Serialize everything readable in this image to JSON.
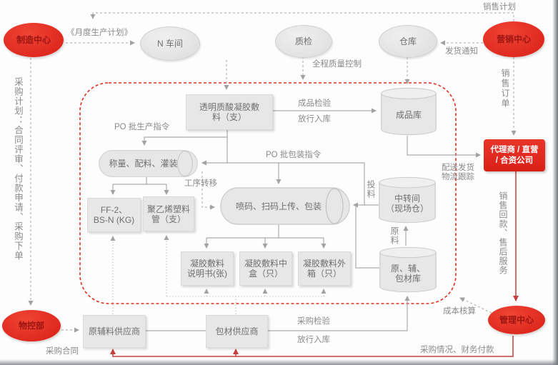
{
  "nodes": {
    "manufacturing_center": "制造中心",
    "workshop_n": "N 车间",
    "quality_inspection": "质检",
    "warehouse": "仓库",
    "marketing_center": "营销中心",
    "material_control_dept": "物控部",
    "management_center": "管理中心",
    "agent_line1": "代理商 / 直营",
    "agent_line2": "/ 合资公司",
    "gel_dressing_line1": "透明质酸凝胶敷",
    "gel_dressing_line2": "料（支）",
    "finished_goods_store": "成品库",
    "weigh_fill": "称量、配料、灌装",
    "ff2_line1": "FF-2、",
    "ff2_line2": "BS-N (KG)",
    "pe_tube_line1": "聚乙烯塑料",
    "pe_tube_line2": "管（支）",
    "code_pack": "喷码、扫码上传、包装",
    "manual_line1": "凝胶敷料",
    "manual_line2": "说明书(张)",
    "mid_box_line1": "凝胶敷料中",
    "mid_box_line2": "盒（只）",
    "outer_box_line1": "凝胶敷料外",
    "outer_box_line2": "箱（只）",
    "transit_room_line1": "中转间",
    "transit_room_line2": "（现场仓）",
    "material_store_line1": "原、辅、",
    "material_store_line2": "包材库",
    "raw_material_supplier": "原辅料供应商",
    "packaging_supplier": "包材供应商"
  },
  "labels": {
    "sales_plan": "销售计划",
    "monthly_production_plan": "《月度生产计划》",
    "delivery_notice": "发货通知",
    "full_quality_control": "全程质量控制",
    "sales_order": "销售订单",
    "finished_inspection": "成品检验",
    "release_to_store": "放行入库",
    "po_production_order": "PO 批生产指令",
    "po_packaging_order": "PO 批包装指令",
    "process_transfer": "工序转移",
    "feeding": "投料",
    "raw_material": "原料",
    "delivery_line1": "配送发货",
    "delivery_line2": "物流跟踪",
    "sales_payment_service": "销售回款、售后服务",
    "cost_accounting": "成本核算",
    "purchase_finance": "采购情况、财务付款",
    "purchase_inspection": "采购检验",
    "purchase_release": "放行入库",
    "purchase_contract": "采购合同",
    "procurement_plan": "采购计划：合同评审、付款申请、采购下单"
  },
  "colors": {
    "accent_red": "#e02a20",
    "red_text_dark": "#9c1512",
    "line_red": "#c5403a",
    "gray_node": "#e7e7e7",
    "gray_text": "#6f6f6f",
    "label_text": "#8a8a8a",
    "line_gray": "#ababab"
  }
}
